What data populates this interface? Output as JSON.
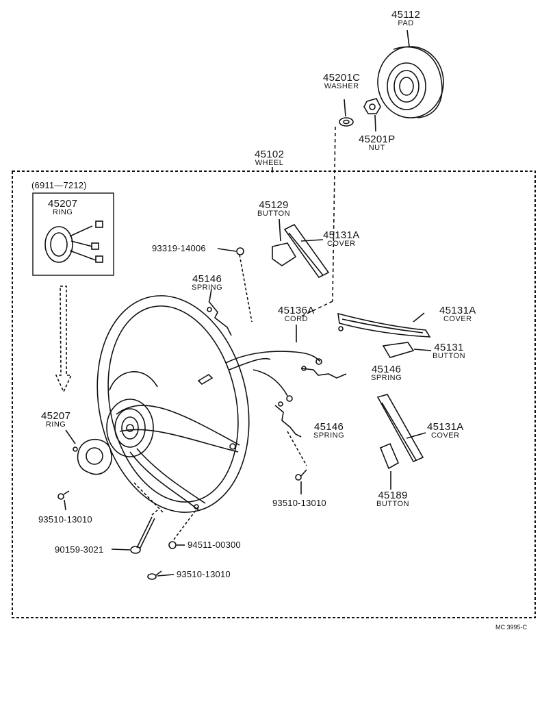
{
  "labels": {
    "pad": {
      "number": "45112",
      "name": "PAD"
    },
    "washer": {
      "number": "45201C",
      "name": "WASHER"
    },
    "nut": {
      "number": "45201P",
      "name": "NUT"
    },
    "wheel": {
      "number": "45102",
      "name": "WHEEL"
    },
    "range": "(6911—7212)",
    "ring_inset": {
      "number": "45207",
      "name": "RING"
    },
    "button_top": {
      "number": "45129",
      "name": "BUTTON"
    },
    "cover_top": {
      "number": "45131A",
      "name": "COVER"
    },
    "spring_left": {
      "number": "45146",
      "name": "SPRING"
    },
    "cord": {
      "number": "45136A",
      "name": "CORD"
    },
    "cover_mid": {
      "number": "45131A",
      "name": "COVER"
    },
    "button_mid": {
      "number": "45131",
      "name": "BUTTON"
    },
    "spring_mid": {
      "number": "45146",
      "name": "SPRING"
    },
    "ring": {
      "number": "45207",
      "name": "RING"
    },
    "spring_low": {
      "number": "45146",
      "name": "SPRING"
    },
    "cover_low": {
      "number": "45131A",
      "name": "COVER"
    },
    "button_low": {
      "number": "45189",
      "name": "BUTTON"
    }
  },
  "part_numbers": {
    "screw_top": "93319-14006",
    "screw_left": "93510-13010",
    "screw_right": "93510-13010",
    "bolt": "90159-3021",
    "nut_small": "94511-00300",
    "screw_bottom": "93510-13010"
  },
  "figure_code": "MC 3995-C"
}
